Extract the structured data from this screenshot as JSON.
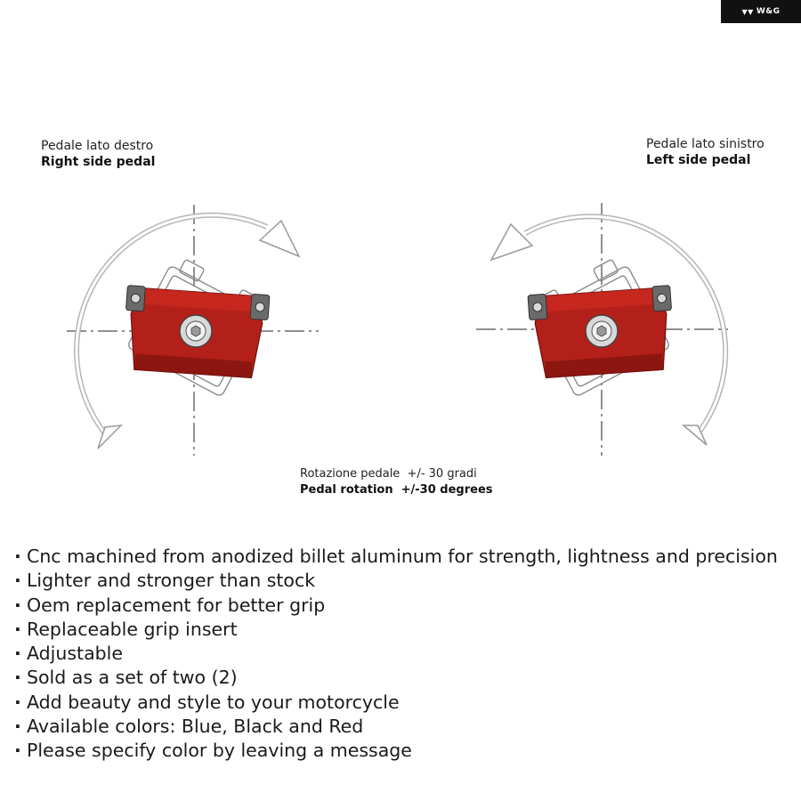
{
  "brand": {
    "badge_text": "W&G",
    "badge_icon": "wg-logo-icon"
  },
  "diagram": {
    "right_pedal": {
      "label_it": "Pedale lato destro",
      "label_en": "Right side pedal"
    },
    "left_pedal": {
      "label_it": "Pedale lato sinistro",
      "label_en": "Left side pedal"
    },
    "rotation": {
      "label_it": "Rotazione pedale  +/- 30 gradi",
      "label_en": "Pedal rotation  +/-30 degrees"
    },
    "colors": {
      "pedal_body": "#b3201a",
      "pedal_dark": "#7e120d",
      "outline": "#888888",
      "arrow": "#9a9a9a"
    }
  },
  "features": [
    "Cnc machined from anodized billet aluminum for strength, lightness and precision",
    "Lighter and stronger than stock",
    "Oem replacement for better grip",
    "Replaceable grip insert",
    "Adjustable",
    "Sold as a set of two (2)",
    "Add beauty and style to your motorcycle",
    "Available colors: Blue, Black and Red",
    "Please specify color by leaving a message"
  ]
}
